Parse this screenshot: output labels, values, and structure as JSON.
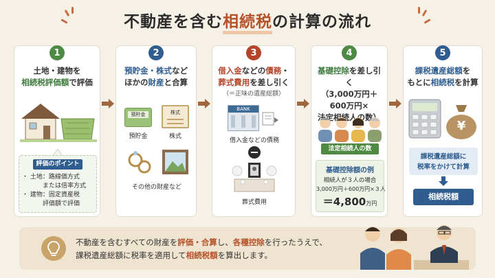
{
  "title": {
    "part1": "不動産を含む",
    "highlight": "相続税",
    "part2": "の計算の流れ"
  },
  "steps": [
    {
      "number": "1",
      "line1": "土地・建物を",
      "line2_a": "相続税評価額",
      "line2_b": "で評価",
      "point_title": "評価のポイント",
      "point1_a": "・ 土地：路線価方式",
      "point1_b": "または倍率方式",
      "point2_a": "・ 建物：固定資産税",
      "point2_b": "評価額で評価"
    },
    {
      "number": "2",
      "line1_a": "預貯金・株式",
      "line1_b": "など",
      "line2_a": "ほかの",
      "line2_b": "財産",
      "line2_c": "と合算",
      "label_deposit": "預貯金",
      "label_stock": "株式",
      "label_other": "その他の財産など",
      "passbook_text": "預貯金",
      "certificate_text": "株式"
    },
    {
      "number": "3",
      "line1_a": "借入金",
      "line1_b": "などの",
      "line1_c": "債務",
      "line1_d": "・",
      "line2_a": "葬式費用",
      "line2_b": "を差し引く",
      "note": "（＝正味の遺産総額）",
      "bank_text": "BANK",
      "label_debt": "借入金などの債務",
      "label_funeral": "葬式費用"
    },
    {
      "number": "4",
      "line1_a": "基礎控除",
      "line1_b": "を差し引く",
      "line2": "（3,000万円＋",
      "line3": "600万円×",
      "line4": "法定相続人の数）",
      "heirs_tag": "法定相続人の数",
      "example_title": "基礎控除額の例",
      "example_line1": "相続人が３人の場合",
      "example_line2": "3,000万円＋600万円×３人",
      "example_result": "＝4,800",
      "example_unit": "万円"
    },
    {
      "number": "5",
      "line1_a": "課税遺産総額",
      "line1_b": "を",
      "line2_a": "もとに",
      "line2_b": "相続税",
      "line2_c": "を計算",
      "calc_line1": "課税遺産総額に",
      "calc_line2": "税率をかけて計算",
      "result": "相続税額",
      "yen": "¥"
    }
  ],
  "summary": {
    "s1": "不動産を含むすべての財産を",
    "k1": "評価・合算",
    "s2": "し、",
    "k2": "各種控除",
    "s3": "を行ったうえで、",
    "s4": "課税遺産総額に税率を適用して",
    "k3": "相続税額",
    "s5": "を算出します。"
  },
  "colors": {
    "step1": "#4d8a44",
    "step2": "#2f5d8f",
    "step3": "#b5452a",
    "step4": "#4d8a44",
    "step5": "#2f5d8f",
    "accent": "#b5522a",
    "arrow": "#a0673f"
  }
}
